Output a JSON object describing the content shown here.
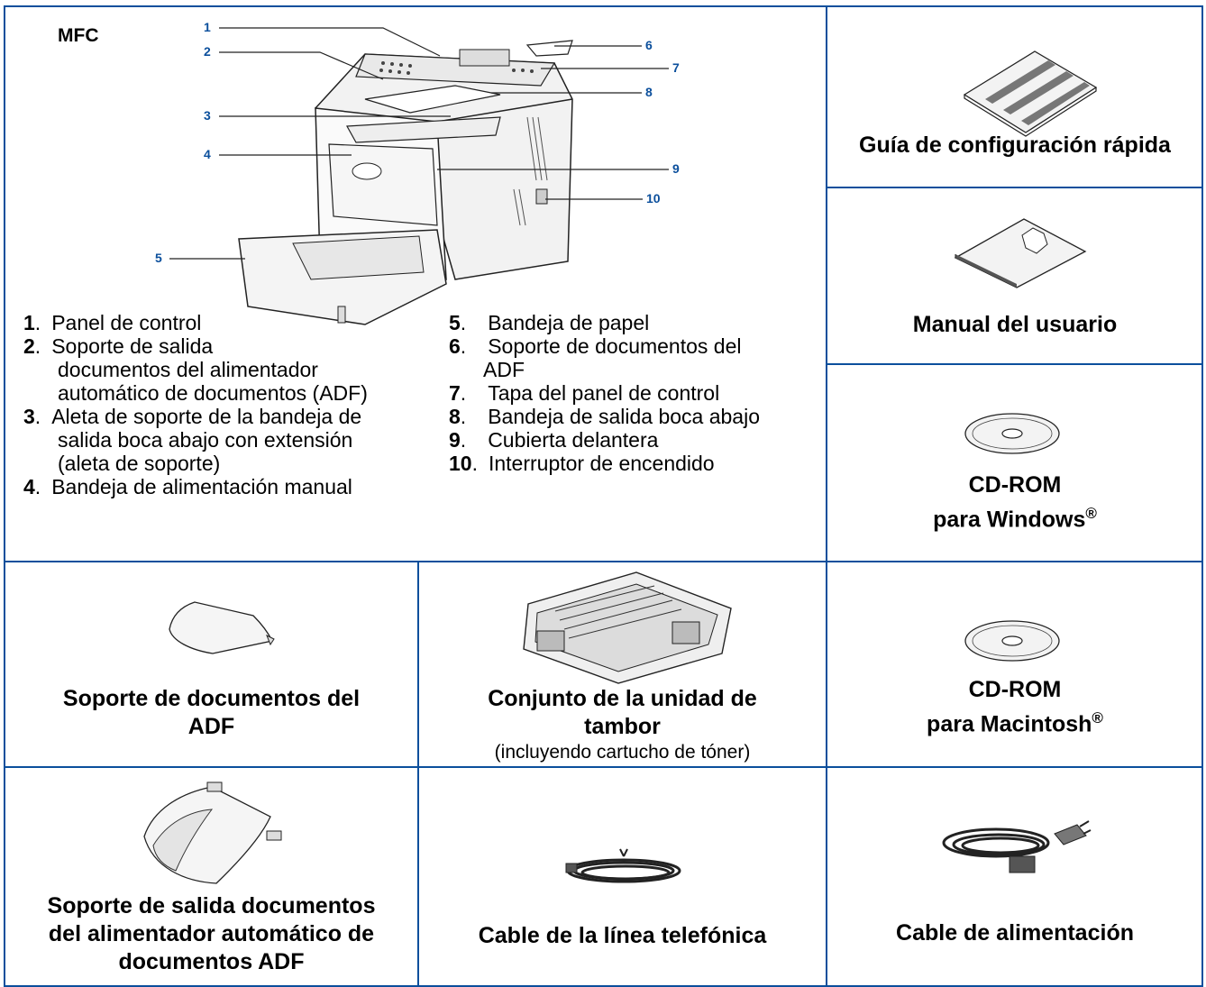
{
  "main": {
    "model_label": "MFC",
    "callouts": [
      "1",
      "2",
      "3",
      "4",
      "5",
      "6",
      "7",
      "8",
      "9",
      "10"
    ],
    "legend_left": [
      {
        "num": "1",
        "lines": [
          "Panel de control"
        ]
      },
      {
        "num": "2",
        "lines": [
          "Soporte de salida",
          "documentos del alimentador",
          "automático de documentos (ADF)"
        ]
      },
      {
        "num": "3",
        "lines": [
          "Aleta de soporte de la bandeja de",
          "salida boca abajo con extensión",
          "(aleta de soporte)"
        ]
      },
      {
        "num": "4",
        "lines": [
          "Bandeja de alimentación manual"
        ]
      }
    ],
    "legend_right": [
      {
        "num": "5",
        "lines": [
          "Bandeja de papel"
        ]
      },
      {
        "num": "6",
        "lines": [
          "Soporte de documentos del",
          "ADF"
        ]
      },
      {
        "num": "7",
        "lines": [
          "Tapa del panel de control"
        ]
      },
      {
        "num": "8",
        "lines": [
          "Bandeja de salida boca abajo"
        ]
      },
      {
        "num": "9",
        "lines": [
          "Cubierta delantera"
        ]
      },
      {
        "num": "10",
        "lines": [
          "Interruptor de encendido"
        ]
      }
    ]
  },
  "items": {
    "quick_guide": "Guía de configuración rápida",
    "user_manual": "Manual del usuario",
    "cd_windows_line1": "CD-ROM",
    "cd_windows_line2": "para Windows",
    "cd_mac_line1": "CD-ROM",
    "cd_mac_line2": "para Macintosh",
    "registered": "®",
    "adf_support_line1": "Soporte de documentos del",
    "adf_support_line2": "ADF",
    "drum_line1": "Conjunto de la unidad de",
    "drum_line2": "tambor",
    "drum_sub": "(incluyendo cartucho de tóner)",
    "adf_output_line1": "Soporte de salida documentos",
    "adf_output_line2": "del alimentador automático de",
    "adf_output_line3": "documentos ADF",
    "phone_cable": "Cable de la línea telefónica",
    "power_cable": "Cable de alimentación"
  },
  "colors": {
    "border": "#0b4f9c",
    "callout": "#0b4f9c"
  }
}
